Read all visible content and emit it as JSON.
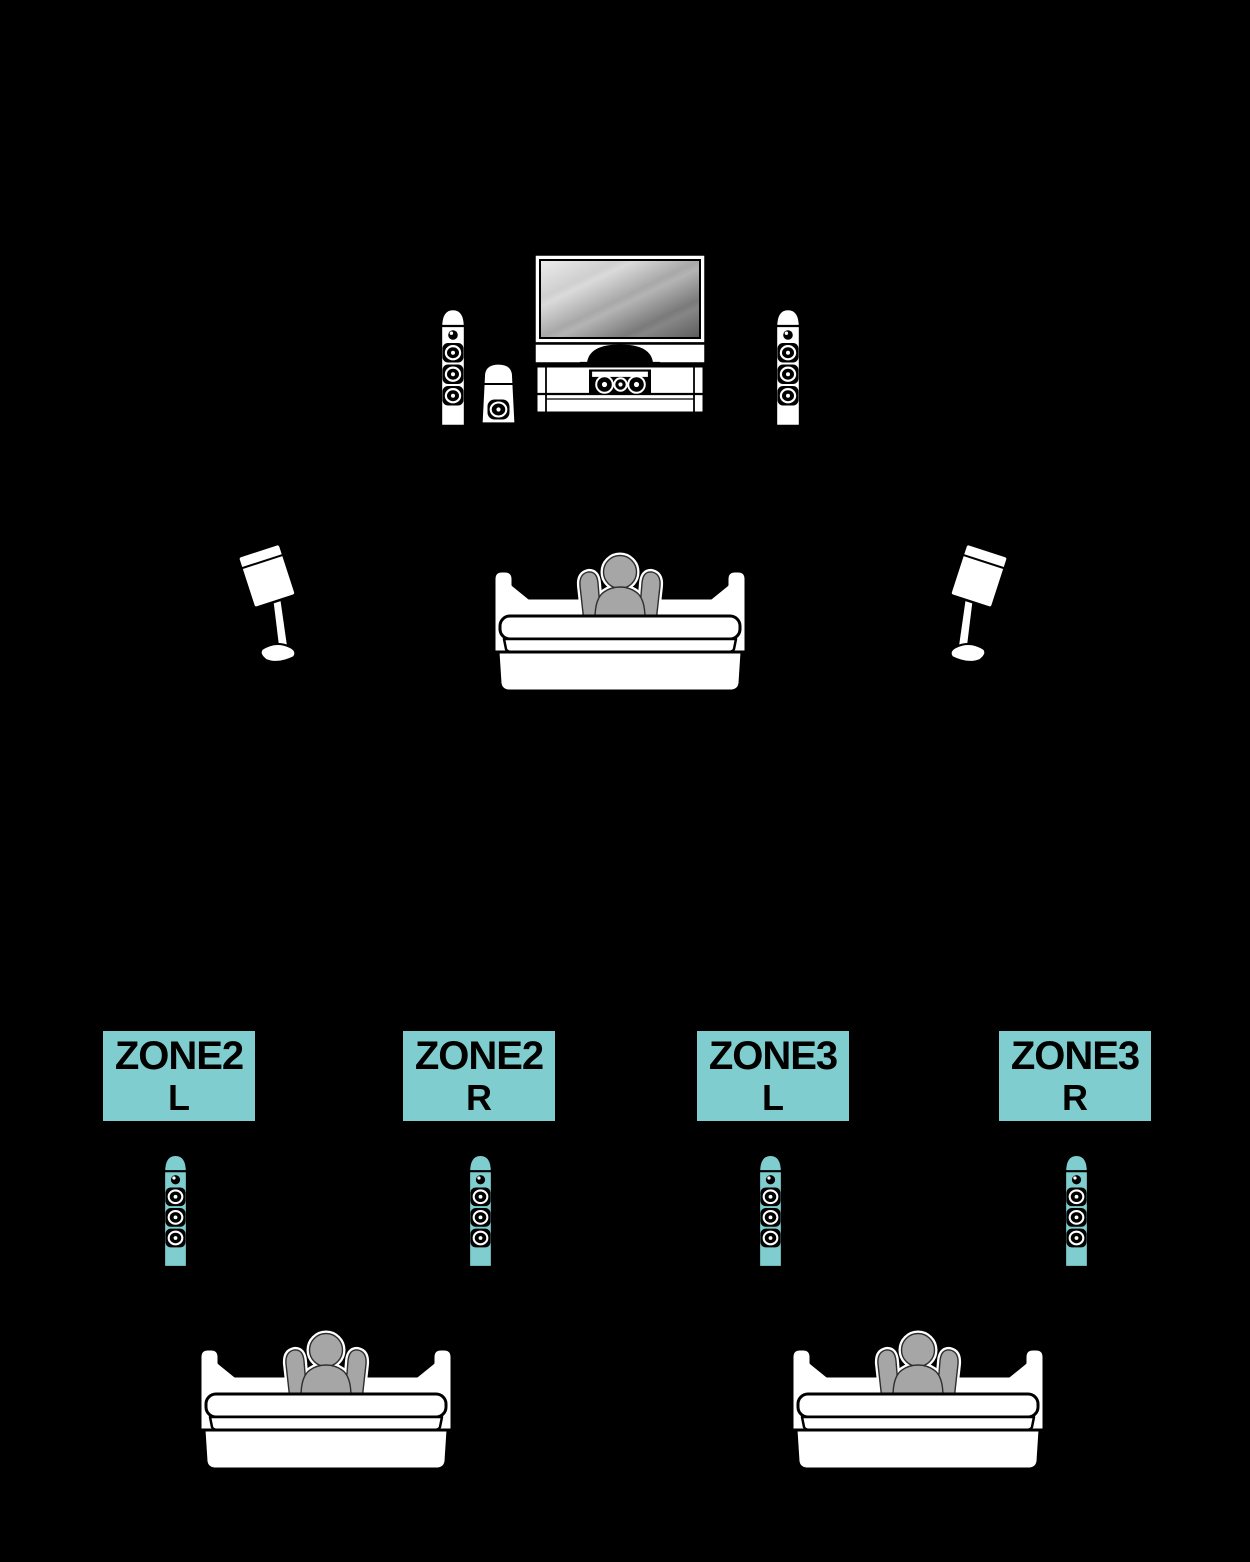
{
  "colors": {
    "background": "#000000",
    "highlight_teal": "#7FCDCF",
    "artwork_white": "#FFFFFF",
    "outline_black": "#000000",
    "person_gray": "#A6A6A6"
  },
  "main_zone": {
    "icons": [
      "front-speaker-left-icon",
      "subwoofer-icon",
      "tv-icon",
      "front-speaker-right-icon",
      "surround-speaker-left-icon",
      "main-sofa-icon",
      "surround-speaker-right-icon"
    ]
  },
  "zone_labels": [
    {
      "zone": "ZONE2",
      "channel": "L"
    },
    {
      "zone": "ZONE2",
      "channel": "R"
    },
    {
      "zone": "ZONE3",
      "channel": "L"
    },
    {
      "zone": "ZONE3",
      "channel": "R"
    }
  ]
}
